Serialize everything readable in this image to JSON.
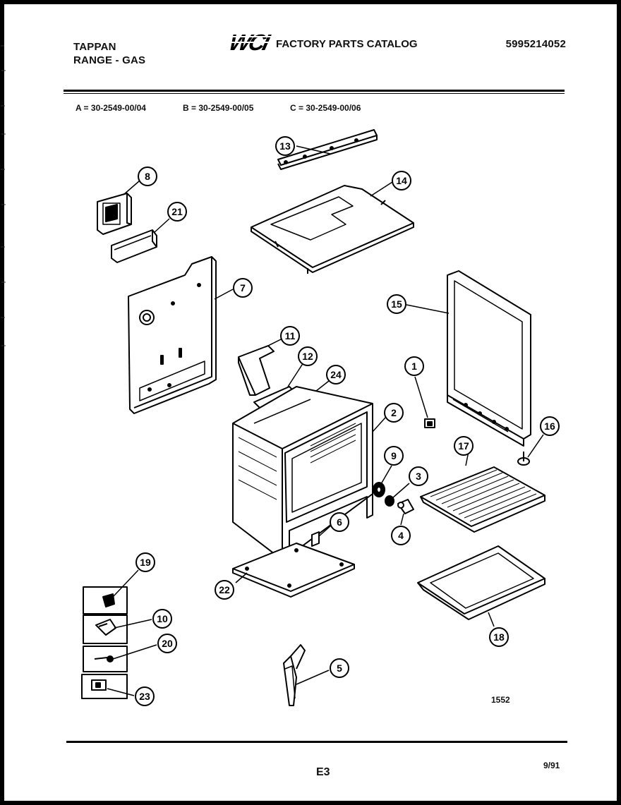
{
  "header": {
    "brand": "TAPPAN",
    "product": "RANGE - GAS",
    "logo_text": "WCI",
    "catalog_title": "FACTORY PARTS CATALOG",
    "catalog_number": "5995214052"
  },
  "models": {
    "a": "A = 30-2549-00/04",
    "b": "B = 30-2549-00/05",
    "c": "C = 30-2549-00/06"
  },
  "callouts": [
    "13",
    "14",
    "8",
    "21",
    "7",
    "15",
    "11",
    "12",
    "24",
    "1",
    "2",
    "9",
    "3",
    "16",
    "17",
    "4",
    "6",
    "19",
    "22",
    "10",
    "20",
    "18",
    "23",
    "5"
  ],
  "figure_number": "1552",
  "footer": {
    "page_code": "E3",
    "date": "9/91"
  }
}
